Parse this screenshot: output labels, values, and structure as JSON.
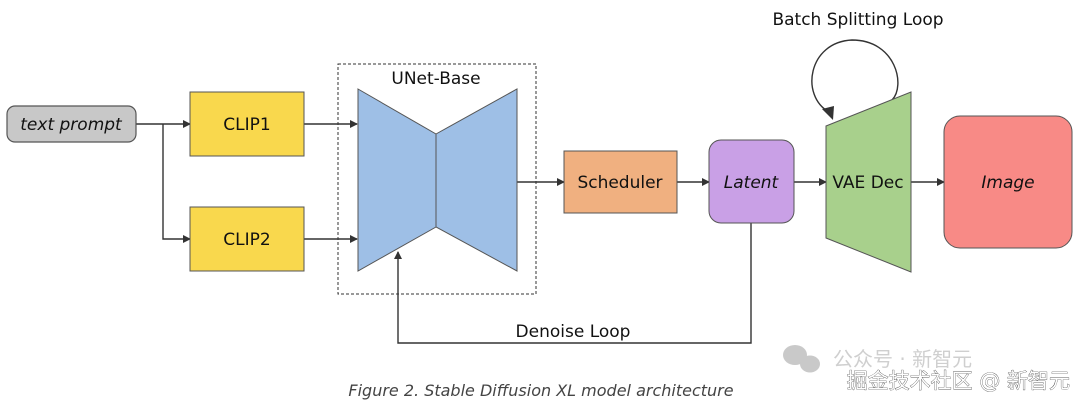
{
  "diagram": {
    "nodes": {
      "text_prompt": "text prompt",
      "clip1": "CLIP1",
      "clip2": "CLIP2",
      "unet": "UNet-Base",
      "scheduler": "Scheduler",
      "latent": "Latent",
      "vae": "VAE Dec",
      "image": "Image"
    },
    "loops": {
      "batch_splitting": "Batch Splitting Loop",
      "denoise": "Denoise Loop"
    },
    "caption": "Figure 2. Stable Diffusion XL model architecture"
  },
  "watermark": {
    "line1": "公众号 · 新智元",
    "line2": "掘金技术社区 @ 新智元"
  },
  "colors": {
    "text_prompt": "#c8c8c8",
    "clip": "#f9d84d",
    "unet": "#9ebfe6",
    "scheduler": "#f0b080",
    "latent": "#c9a0e6",
    "vae": "#a8d08c",
    "image": "#f88a86"
  }
}
